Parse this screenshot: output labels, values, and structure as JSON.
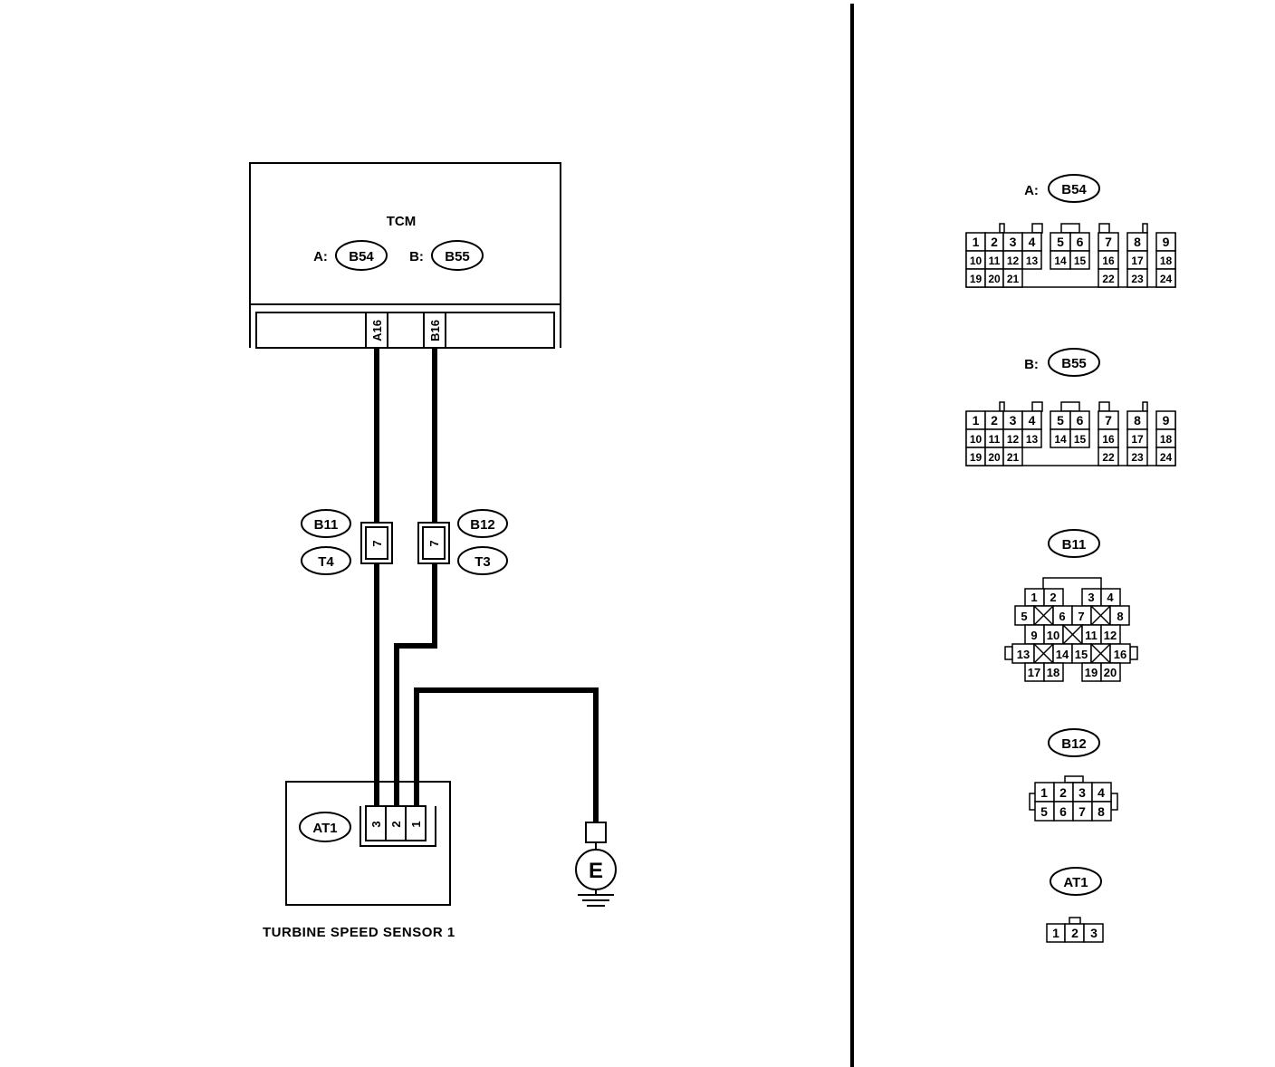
{
  "tcm": {
    "title": "TCM",
    "connA_prefix": "A:",
    "connA_id": "B54",
    "connB_prefix": "B:",
    "connB_id": "B55",
    "pin_a": "A16",
    "pin_b": "B16"
  },
  "junctions": {
    "b11": "B11",
    "t4": "T4",
    "b12": "B12",
    "t3": "T3",
    "pin_left": "7",
    "pin_right": "7"
  },
  "sensor": {
    "conn_id": "AT1",
    "pins": [
      "3",
      "2",
      "1"
    ],
    "label": "TURBINE SPEED SENSOR 1"
  },
  "ground": {
    "label": "E"
  },
  "connector_views": {
    "a_prefix": "A:",
    "a_id": "B54",
    "b_prefix": "B:",
    "b_id": "B55",
    "b11_id": "B11",
    "b12_id": "B12",
    "at1_id": "AT1"
  }
}
